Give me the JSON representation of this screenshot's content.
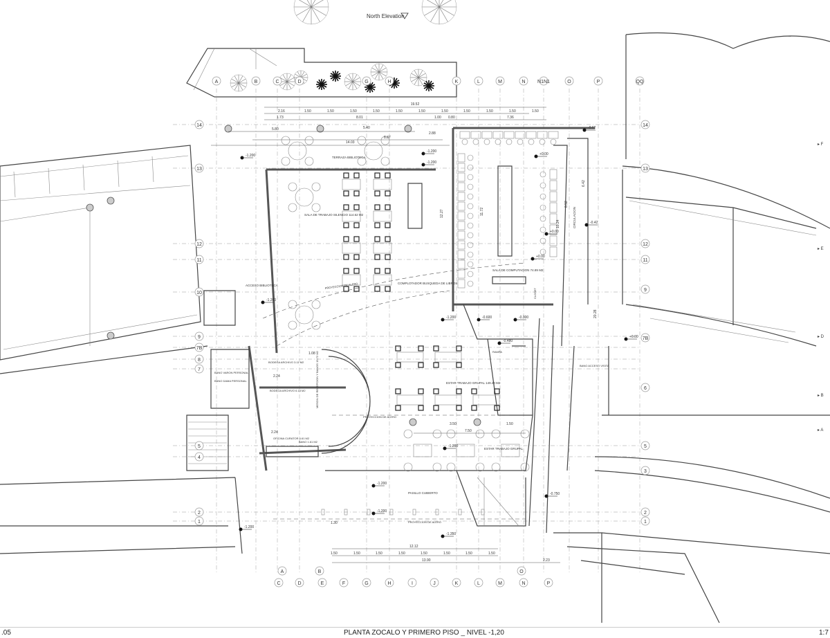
{
  "sheet": {
    "title": "PLANTA ZOCALO Y PRIMERO PISO _  NIVEL -1,20",
    "sheet_number": ".05",
    "scale": "1:7",
    "elevation_marker": "North Elevation"
  },
  "grid": {
    "top_columns": [
      "A",
      "B",
      "C",
      "D",
      "G",
      "H",
      "K",
      "L",
      "M",
      "N",
      "N1N1",
      "O",
      "P",
      "QQ"
    ],
    "bottom_columns_1": [
      "A",
      "B",
      "O"
    ],
    "bottom_columns_2": [
      "C",
      "D",
      "E",
      "F",
      "G",
      "H",
      "I",
      "J",
      "K",
      "L",
      "M",
      "N",
      "P"
    ],
    "rows_left": [
      "14",
      "13",
      "12",
      "11",
      "10",
      "9",
      "7B",
      "8",
      "7",
      "5",
      "4",
      "2",
      "1"
    ],
    "rows_right": [
      "14",
      "13",
      "12",
      "11",
      "9",
      "7B",
      "6",
      "5",
      "3",
      "2",
      "1"
    ],
    "right_markers": [
      "F",
      "E",
      "D",
      "B",
      "A"
    ]
  },
  "dimensions": {
    "top_total": "19.52",
    "top_bays": [
      "2.16",
      "1.50",
      "1.50",
      "1.50",
      "1.50",
      "1.50",
      "1.50",
      "1.50",
      "1.50",
      "1.50",
      "1.50",
      "1.50"
    ],
    "top_sub": [
      "1.73",
      "8.01",
      "1.00",
      "0.80",
      "7.36"
    ],
    "terrace": [
      "5.80",
      "5.40",
      "8.87",
      "2.88",
      "14.03"
    ],
    "vertical": [
      "12.27",
      "11.72",
      "10.24",
      "8.52",
      "6.42",
      "20.28"
    ],
    "group": [
      "3.50",
      "7.50",
      "1.50"
    ],
    "bottom_small": "1.30",
    "bottom_total_1": "12.12",
    "bottom_bays": [
      "1.50",
      "1.50",
      "1.50",
      "1.50",
      "1.50",
      "1.50",
      "1.50",
      "1.50"
    ],
    "bottom_total_2": "13.90",
    "bottom_extra": "2.23",
    "office": [
      "2.24",
      "2.24",
      "1.08"
    ]
  },
  "levels": [
    "-1.200",
    "-1.200",
    "-1.200",
    "-1.200",
    "+0.00",
    "+0.00",
    "+0.00",
    "-0.62",
    "-0.42",
    "-1.200",
    "-0.600",
    "-0.300",
    "-0.480",
    "-0.750",
    "-1.200",
    "-1.200",
    "-1.200",
    "-1.200",
    "-1.350",
    "+0.00"
  ],
  "rooms": {
    "terrace": "TERRAZA BIBLIOTECA",
    "silent_room": "SALA DE TRABAJO SILENCIO 114.62 M2",
    "computer_room": "SALA DE COMPUTACION 74.89 M2",
    "closet": "CLOSET",
    "circulation": "CIRCULACION",
    "library_access": "ACCESO BIBLIOTECA",
    "book_return": "COMPLOTADOR BUSQUEDA DE LIBROS",
    "group_work": "ESTAR TRABAJO GRUPAL 149.40 M2",
    "group_work_2": "ESTAR TRABAJO GRUPAL",
    "reception": "MESON DE RECEPCION Y BANOS 15.72 M2",
    "storage": "BODEGA ARCHIVO 3.11 M2",
    "storage_2": "BODEGA ARCHIVO 6.18 M2",
    "office": "OFICINA CURATOR 6.61 M2",
    "bath_staff": "BANO VARON PERSONAL",
    "bath_staff_2": "BANO DAMA PERSONAL",
    "bath": "BANO 1.61 M2",
    "covered": "PASILLO CUBIERTO",
    "projection": "PROYECCION DE ALERO",
    "projection_2": "PROYECCION DE ALERO",
    "projection_3": "PROYECCION DE ALERO",
    "ramp": "RAMPA",
    "bath_access": "BANO ACCESO VISITA"
  }
}
